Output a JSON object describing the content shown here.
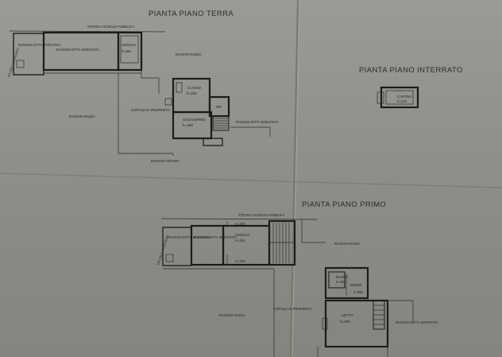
{
  "titles": {
    "ground": "PIANTA PIANO TERRA",
    "basement": "PIANTA PIANO INTERRATO",
    "first": "PIANTA PIANO PRIMO"
  },
  "ground": {
    "strada": "STRADA VICINALE PUBBLICA",
    "via": "VIA DELLA CRUSCA",
    "ditta_left": "RAGIONI DITTA INTESTATA",
    "ditta_mid": "RAGIONI DITTA INTESTATA",
    "legnaia": "LEGNAIA",
    "legnaia_h": "h=260",
    "razza_top": "RAGIONI RAZZA",
    "cucina": "CUCINA",
    "cucina_h": "h=250",
    "cortile": "CORTILE DI PROPRIETA'",
    "rip": "RIP",
    "soggiorno": "SOGGIORNO",
    "soggiorno_h": "h=250",
    "ditta_right": "RAGIONI DITTA INTESTATA",
    "razza_left": "RAGIONI RAZZA",
    "novara": "RAGIONI NOVARA"
  },
  "basement": {
    "cantina": "CANTINA",
    "cantina_h": "h=175"
  },
  "first": {
    "strada": "STRADA VICINALE PUBBLICA",
    "via": "VIA DELLA CRUSCA",
    "h_top": "H=230",
    "ditta_a": "RAGIONI DITTA INTESTATA",
    "ditta_b": "RAGIONI DITTA INTESTATA",
    "legnaia": "LEGNAIA",
    "legnaia_h": "H=310",
    "h_bottom": "H=230",
    "razza_right": "RAGIONI RAZZA",
    "bagno": "BAGNO",
    "bagno_h": "h=250",
    "disimp": "DISIMP.",
    "disimp_h": "h=250",
    "cortile": "CORTILE DI PROPRIETA'",
    "razza_left": "RAGIONI RAZZA",
    "letto": "LETTO",
    "letto_h": "h=250",
    "ditta_right": "RAGIONI DITTA INTESTATA"
  }
}
